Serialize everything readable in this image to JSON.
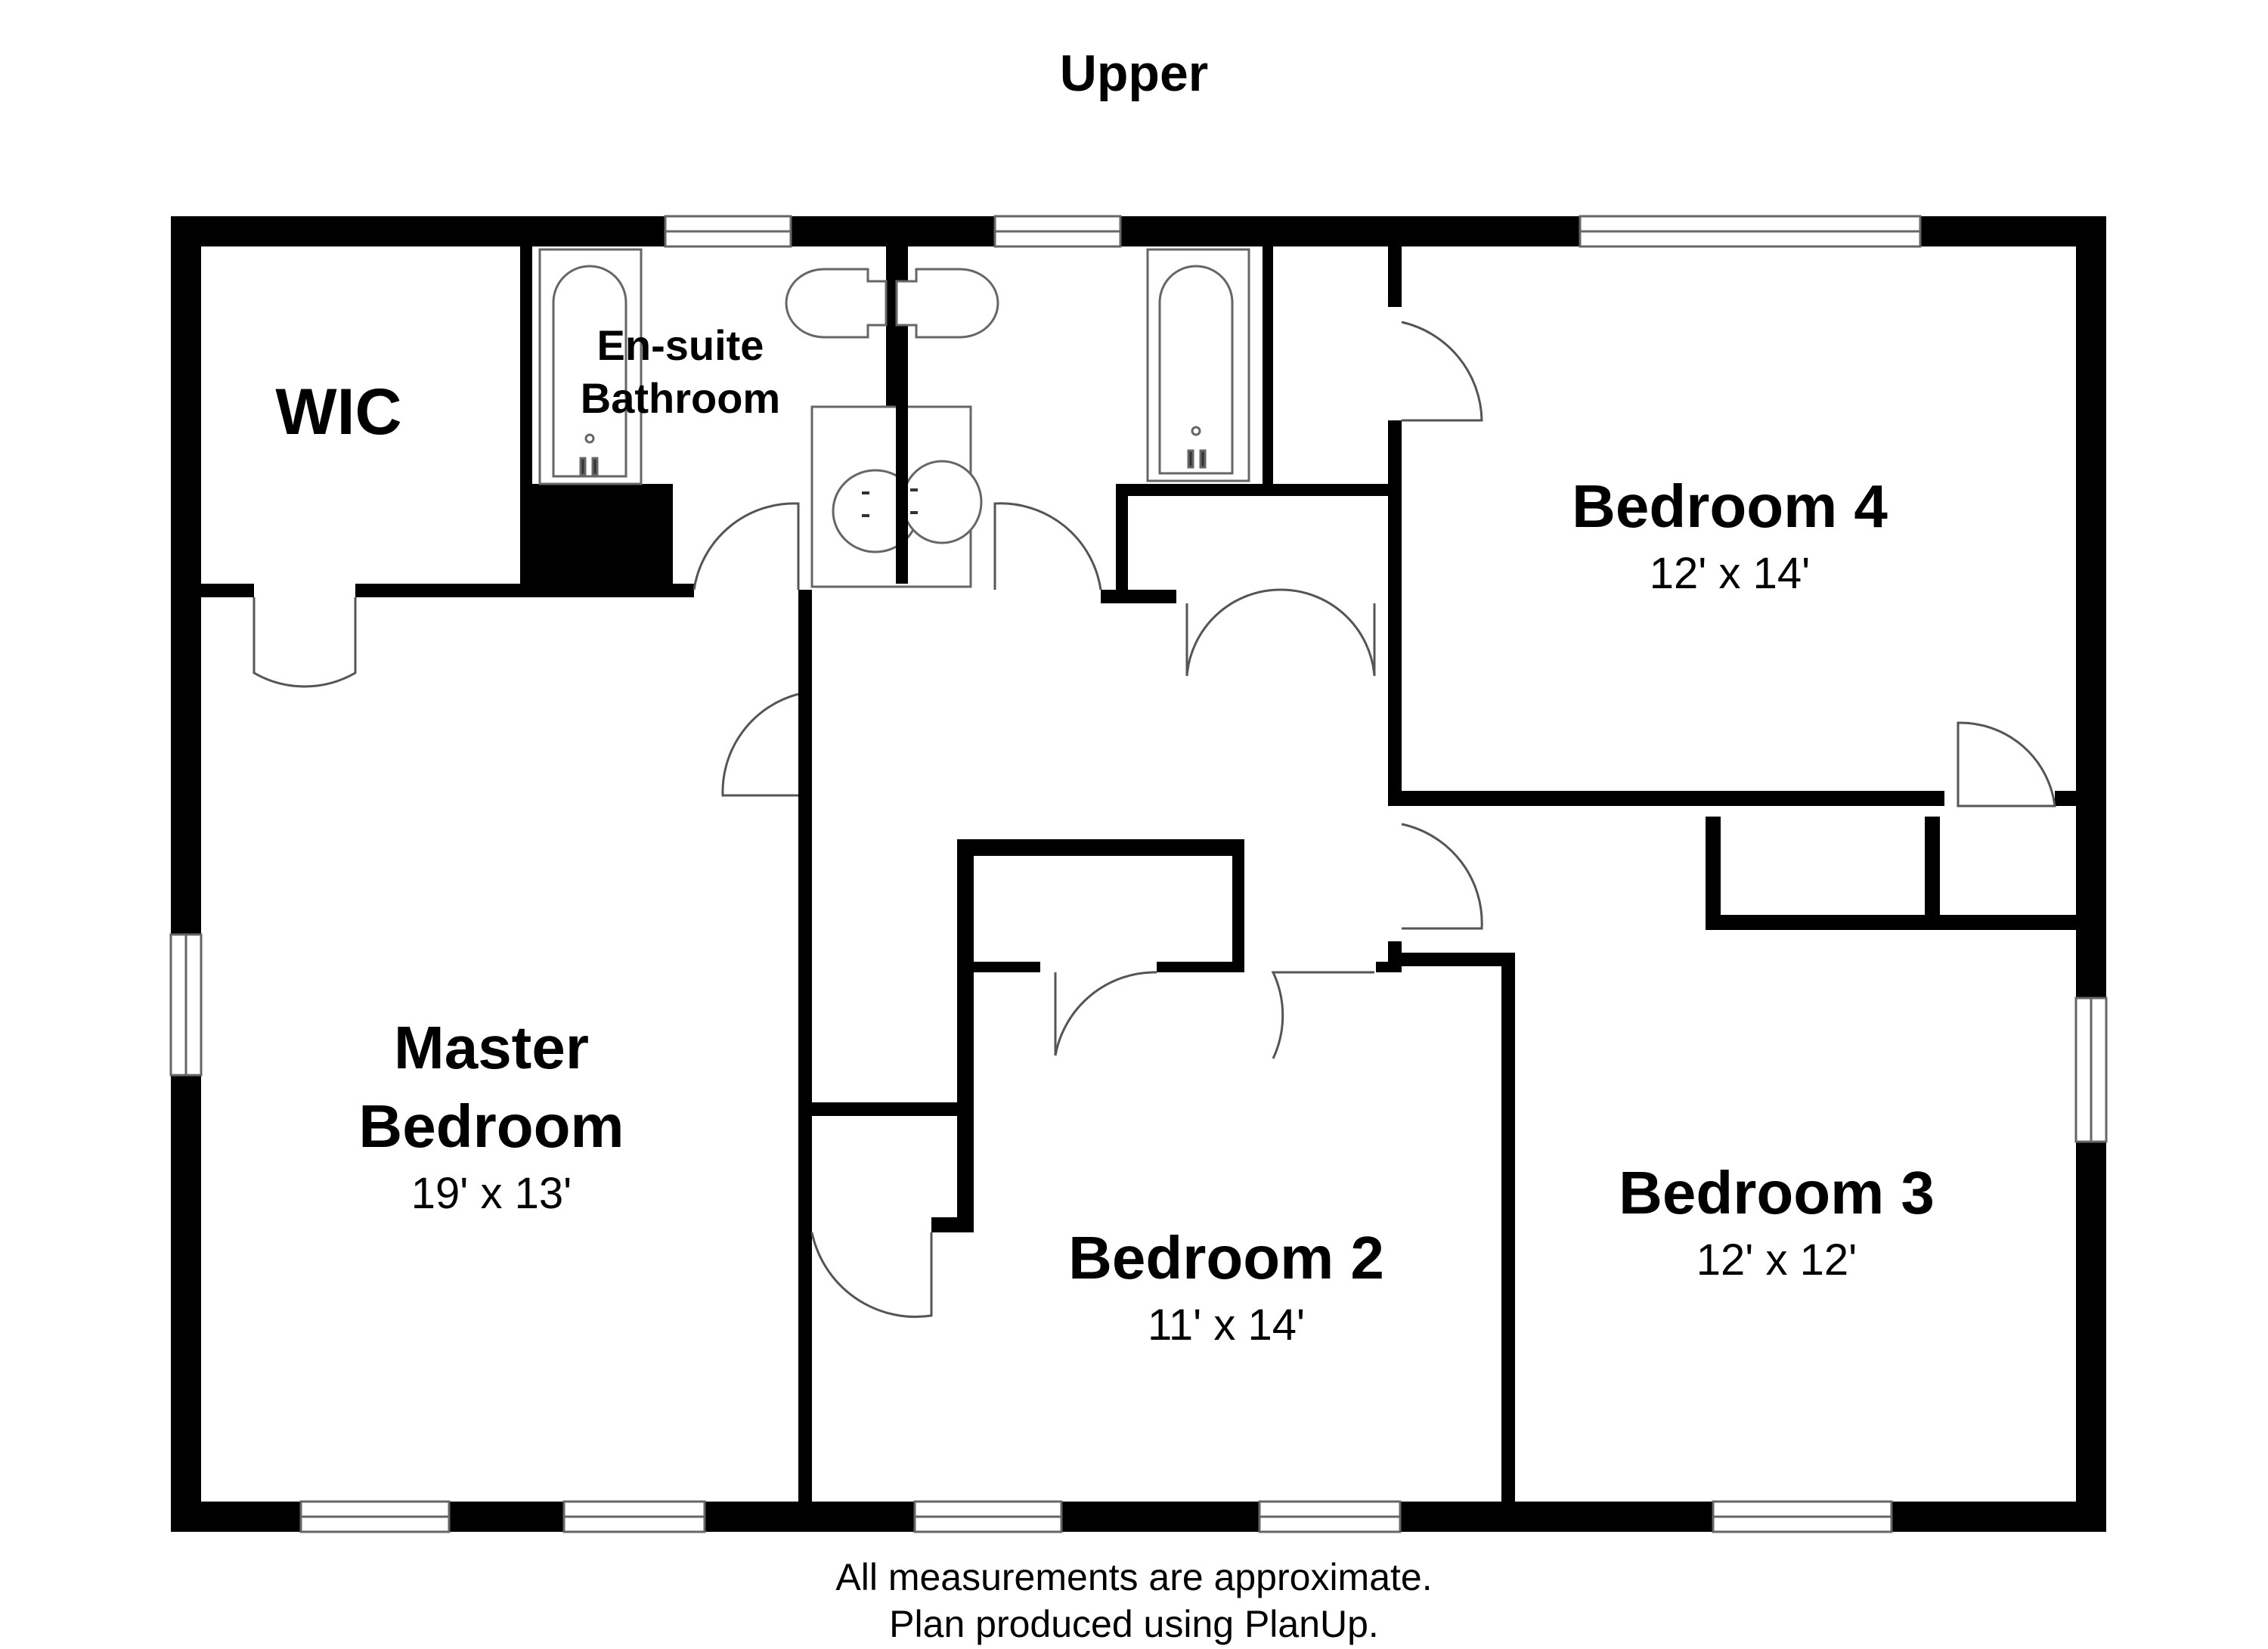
{
  "floor": {
    "title": "Upper"
  },
  "rooms": {
    "wic": {
      "name": "WIC"
    },
    "ensuite": {
      "name_line1": "En-suite",
      "name_line2": "Bathroom"
    },
    "master": {
      "name_line1": "Master",
      "name_line2": "Bedroom",
      "dimensions": "19' x 13'"
    },
    "bedroom2": {
      "name": "Bedroom 2",
      "dimensions": "11' x 14'"
    },
    "bedroom3": {
      "name": "Bedroom 3",
      "dimensions": "12' x 12'"
    },
    "bedroom4": {
      "name": "Bedroom 4",
      "dimensions": "12' x 14'"
    }
  },
  "footer": {
    "line1": "All measurements are approximate.",
    "line2": "Plan produced using PlanUp."
  }
}
